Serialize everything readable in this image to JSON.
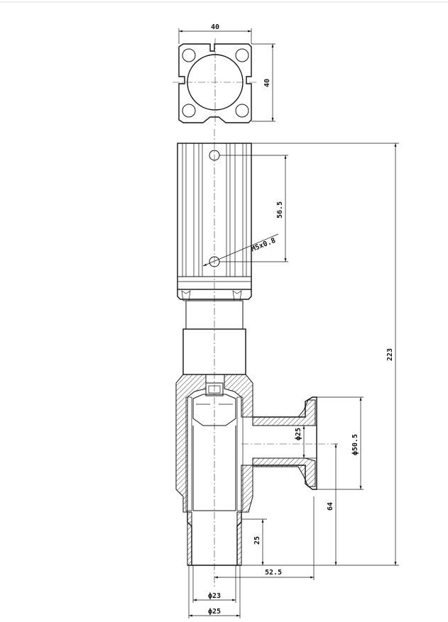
{
  "dimensions": {
    "flange_width": "40",
    "flange_height": "40",
    "port_spacing": "56.5",
    "port_thread": "M5x0.8",
    "overall_length": "223",
    "side_port_diameter": "ϕ25",
    "side_flange_diameter": "ϕ50.5",
    "side_port_height": "64",
    "outlet_length": "25",
    "side_port_offset": "52.5",
    "outlet_inner_diameter": "ϕ23",
    "outlet_outer_diameter": "ϕ25"
  }
}
